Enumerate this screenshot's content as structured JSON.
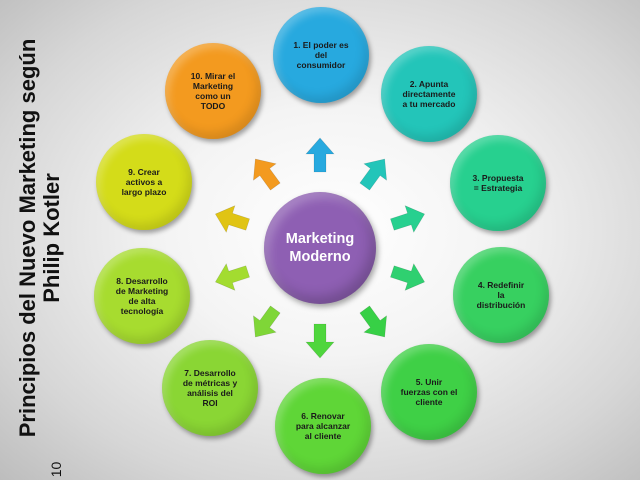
{
  "title": {
    "line1": "Principios del Nuevo Marketing según",
    "line2": "Philip Kotler",
    "page_number": "10"
  },
  "center": {
    "line1": "Marketing",
    "line2": "Moderno",
    "color": "#8e5fb3"
  },
  "nodes": [
    {
      "lines": [
        "1. El poder es",
        "del",
        "consumidor"
      ],
      "color": "#27a9df"
    },
    {
      "lines": [
        "2. Apunta",
        "directamente",
        "a tu mercado"
      ],
      "color": "#23c5b9"
    },
    {
      "lines": [
        "3. Propuesta",
        "= Estrategia"
      ],
      "color": "#27d08f"
    },
    {
      "lines": [
        "4.  Redefinir",
        "la",
        "distribución"
      ],
      "color": "#37d060"
    },
    {
      "lines": [
        "5. Unir",
        "fuerzas con el",
        "cliente"
      ],
      "color": "#3fd046"
    },
    {
      "lines": [
        "6. Renovar",
        "para alcanzar",
        "al cliente"
      ],
      "color": "#5fd637"
    },
    {
      "lines": [
        "7. Desarrollo",
        "de métricas y",
        "análisis del",
        "ROI"
      ],
      "color": "#8ad634"
    },
    {
      "lines": [
        "8. Desarrollo",
        "de Marketing",
        "de alta",
        "tecnología"
      ],
      "color": "#a7dc2f"
    },
    {
      "lines": [
        "9. Crear",
        "activos a",
        "largo plazo"
      ],
      "color": "#d4dc19"
    },
    {
      "lines": [
        "10. Mirar el",
        "Marketing",
        "como un",
        "TODO"
      ],
      "color": "#f39a1f"
    }
  ],
  "arrow_colors": [
    "#27a9df",
    "#23c5b9",
    "#27d08f",
    "#2fd070",
    "#37d046",
    "#4fd63d",
    "#7fd637",
    "#a3dc30",
    "#e0c414",
    "#f39a1f"
  ]
}
